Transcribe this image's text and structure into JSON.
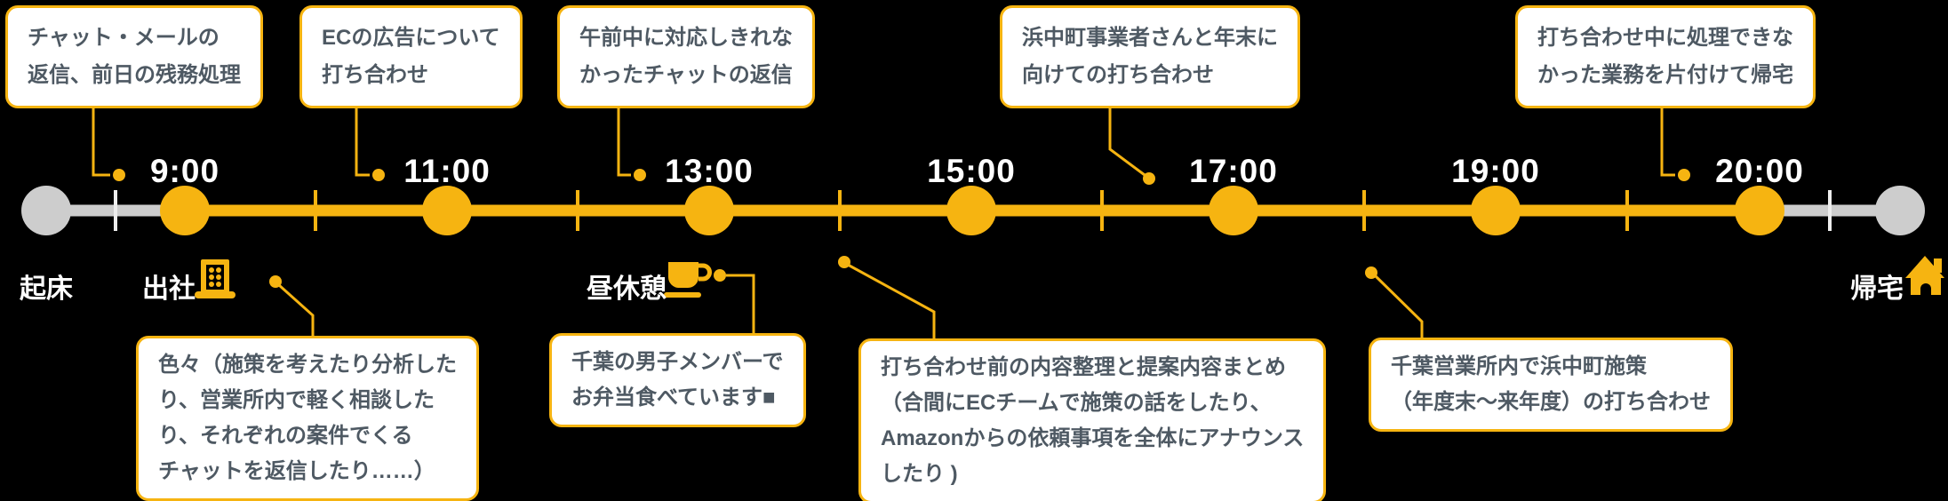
{
  "colors": {
    "background": "#000000",
    "accent_yellow": "#F6B411",
    "inactive_gray": "#CDCDCD",
    "tick_light": "#EDEDED",
    "note_text": "#4E5963",
    "note_background": "#FFFFFF",
    "label_white": "#FFFFFF"
  },
  "timeline": {
    "times": [
      "9:00",
      "11:00",
      "13:00",
      "15:00",
      "17:00",
      "19:00",
      "20:00"
    ],
    "labels": {
      "wake": "起床",
      "arrive": "出社",
      "lunch": "昼休憩",
      "home": "帰宅"
    },
    "icons": {
      "arrive": "building-icon",
      "lunch": "coffee-cup-icon",
      "home": "house-icon"
    }
  },
  "callouts_top": [
    {
      "time": "9:00",
      "text": "チャット・メールの\n返信、前日の残務処理"
    },
    {
      "time": "11:00",
      "text": "ECの広告について\n打ち合わせ"
    },
    {
      "time": "13:00",
      "text": "午前中に対応しきれな\nかったチャットの返信"
    },
    {
      "time": "17:00",
      "text": "浜中町事業者さんと年末に\n向けての打ち合わせ"
    },
    {
      "time": "20:00",
      "text": "打ち合わせ中に処理できな\nかった業務を片付けて帰宅"
    }
  ],
  "callouts_bottom": [
    {
      "text": "色々（施策を考えたり分析した\nり、営業所内で軽く相談した\nり、それぞれの案件でくる\nチャットを返信したり……）"
    },
    {
      "text": "千葉の男子メンバーで\nお弁当食べています■"
    },
    {
      "text": "打ち合わせ前の内容整理と提案内容まとめ\n（合間にECチームで施策の話をしたり、\nAmazonからの依頼事項を全体にアナウンス\nしたり )"
    },
    {
      "text": "千葉営業所内で浜中町施策\n（年度末〜来年度）の打ち合わせ"
    }
  ]
}
